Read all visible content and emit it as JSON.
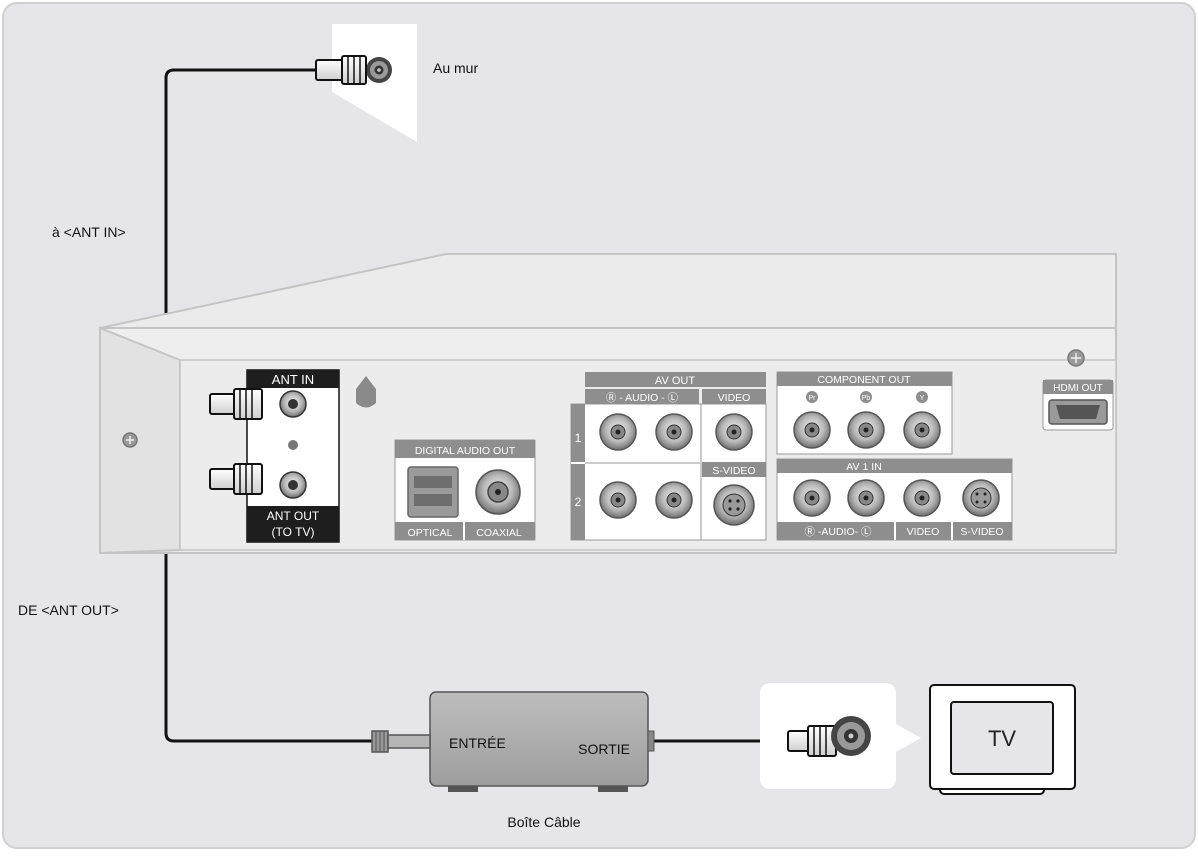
{
  "labels": {
    "wall": "Au mur",
    "to_ant_in": "à <ANT IN>",
    "from_ant_out": "DE <ANT OUT>",
    "cable_box": "Boîte Câble",
    "box_input": "ENTRÉE",
    "box_output": "SORTIE",
    "tv": "TV"
  },
  "panel": {
    "ant_in": "ANT IN",
    "ant_out_line1": "ANT OUT",
    "ant_out_line2": "(TO TV)",
    "digital_audio_out": "DIGITAL AUDIO OUT",
    "optical": "OPTICAL",
    "coaxial": "COAXIAL",
    "av_out": "AV OUT",
    "av_out_audio": "Ⓡ - AUDIO - Ⓛ",
    "video": "VIDEO",
    "s_video": "S-VIDEO",
    "row1": "1",
    "row2": "2",
    "component_out": "COMPONENT OUT",
    "pr": "Pr",
    "pb": "Pb",
    "y": "Y",
    "av1_in": "AV 1 IN",
    "av1_audio": "Ⓡ -AUDIO- Ⓛ",
    "av1_video": "VIDEO",
    "av1_svideo": "S-VIDEO",
    "hdmi_out": "HDMI OUT"
  },
  "colors": {
    "background": "#e6e6e8",
    "panel": "#ffffff",
    "dark_label": "#1e1e1e",
    "gray_label": "#8e8e8e",
    "cable": "#111111"
  }
}
